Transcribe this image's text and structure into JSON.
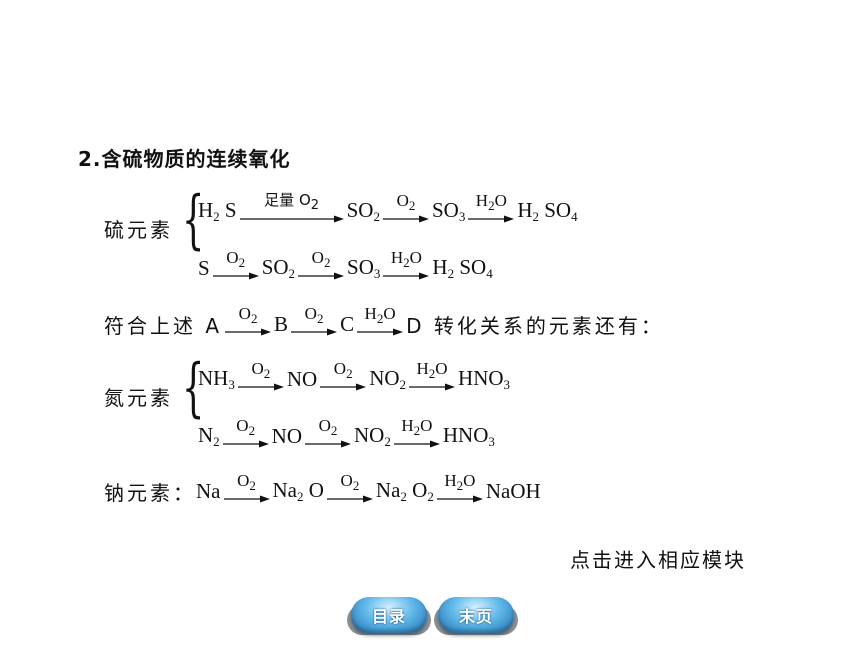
{
  "heading": "2.含硫物质的连续氧化",
  "sulfur": {
    "label": "硫元素",
    "line1": {
      "start": "H",
      "start_sub": "2",
      "start_tail": "S",
      "r1": "足量 O",
      "r1_sub": "2",
      "p1": "SO",
      "p1_sub": "2",
      "r2": "O",
      "r2_sub": "2",
      "p2": "SO",
      "p2_sub": "3",
      "r3a": "H",
      "r3_sub": "2",
      "r3b": "O",
      "p3a": "H",
      "p3_sub": "2",
      "p3b": "SO",
      "p3_sub2": "4"
    },
    "line2": {
      "start": "S",
      "r1": "O",
      "r1_sub": "2",
      "p1": "SO",
      "p1_sub": "2",
      "r2": "O",
      "r2_sub": "2",
      "p2": "SO",
      "p2_sub": "3",
      "r3a": "H",
      "r3_sub": "2",
      "r3b": "O",
      "p3a": "H",
      "p3_sub": "2",
      "p3b": "SO",
      "p3_sub2": "4"
    }
  },
  "general": {
    "prefix": "符合上述 A",
    "r1": "O",
    "r1_sub": "2",
    "b": "B",
    "r2": "O",
    "r2_sub": "2",
    "c": "C",
    "r3a": "H",
    "r3_sub": "2",
    "r3b": "O",
    "suffix": "D 转化关系的元素还有："
  },
  "nitrogen": {
    "label": "氮元素",
    "line1": {
      "start": "NH",
      "start_sub": "3",
      "r1": "O",
      "r1_sub": "2",
      "p1": "NO",
      "r2": "O",
      "r2_sub": "2",
      "p2": "NO",
      "p2_sub": "2",
      "r3a": "H",
      "r3_sub": "2",
      "r3b": "O",
      "p3": "HNO",
      "p3_sub": "3"
    },
    "line2": {
      "start": "N",
      "start_sub": "2",
      "r1": "O",
      "r1_sub": "2",
      "p1": "NO",
      "r2": "O",
      "r2_sub": "2",
      "p2": "NO",
      "p2_sub": "2",
      "r3a": "H",
      "r3_sub": "2",
      "r3b": "O",
      "p3": "HNO",
      "p3_sub": "3"
    }
  },
  "sodium": {
    "label": "钠元素：",
    "start": "Na",
    "r1": "O",
    "r1_sub": "2",
    "p1a": "Na",
    "p1_sub": "2",
    "p1b": "O",
    "r2": "O",
    "r2_sub": "2",
    "p2a": "Na",
    "p2_sub": "2",
    "p2b": "O",
    "p2_sub2": "2",
    "r3a": "H",
    "r3_sub": "2",
    "r3b": "O",
    "p3": "NaOH"
  },
  "link_text": "点击进入相应模块",
  "nav": {
    "toc": "目录",
    "last": "末页"
  }
}
